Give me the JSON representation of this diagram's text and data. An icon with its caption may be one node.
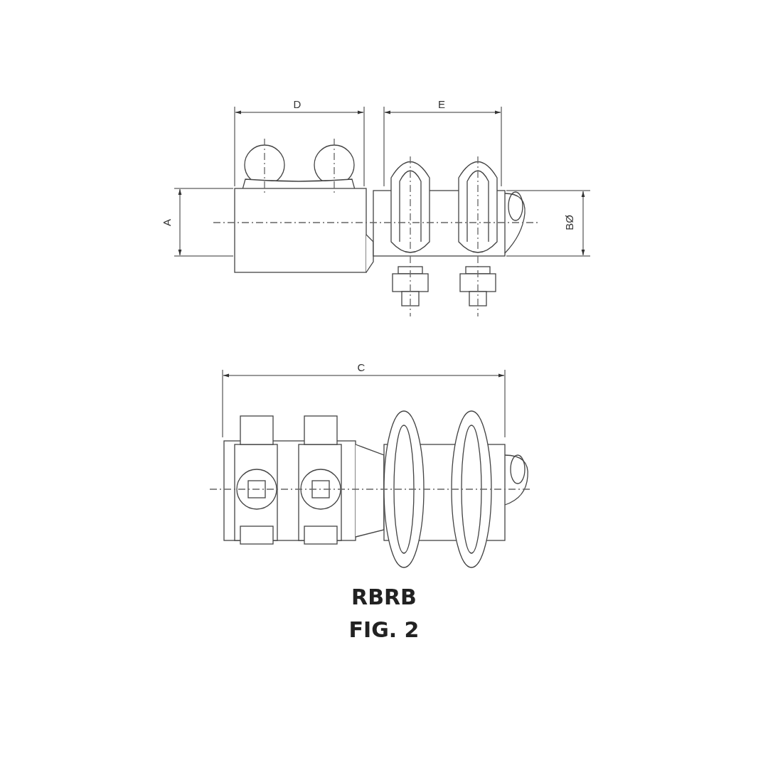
{
  "diagram": {
    "title": "RBRB",
    "caption": "FIG. 2",
    "labels": [
      "D",
      "E",
      "A",
      "BØ",
      "C"
    ]
  }
}
